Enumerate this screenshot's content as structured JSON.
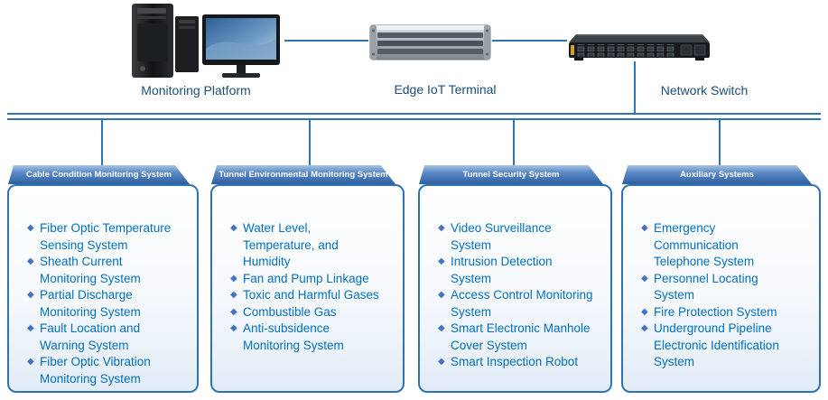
{
  "devices": [
    {
      "label": "Monitoring Platform"
    },
    {
      "label": "Edge IoT Terminal"
    },
    {
      "label": "Network Switch"
    }
  ],
  "icons": {
    "bullet": "◆"
  },
  "panels": [
    {
      "title": "Cable Condition Monitoring System",
      "items": [
        "Fiber Optic Temperature Sensing System",
        "Sheath Current Monitoring System",
        "Partial Discharge Monitoring System",
        "Fault Location and Warning System",
        "Fiber Optic Vibration Monitoring System"
      ]
    },
    {
      "title": "Tunnel Environmental Monitoring System",
      "items": [
        "Water Level, Temperature, and Humidity",
        "Fan and Pump Linkage",
        "Toxic and Harmful Gases",
        "Combustible Gas",
        "Anti-subsidence Monitoring System"
      ]
    },
    {
      "title": "Tunnel Security System",
      "items": [
        "Video Surveillance System",
        "Intrusion Detection System",
        "Access Control Monitoring System",
        "Smart Electronic Manhole Cover System",
        "Smart Inspection Robot"
      ]
    },
    {
      "title": "Auxiliary Systems",
      "items": [
        "Emergency Communication Telephone System",
        "Personnel Locating System",
        "Fire Protection System",
        "Underground Pipeline Electronic Identification System"
      ]
    }
  ],
  "colors": {
    "connector_line": "#2E75B6",
    "item_text": "#0070C0",
    "bullet": "#4472C4",
    "device_label": "#1F4E79",
    "banner_top": "#A7C2E2",
    "banner_bottom": "#2E5F9E",
    "panel_border": "#2E74B5"
  }
}
